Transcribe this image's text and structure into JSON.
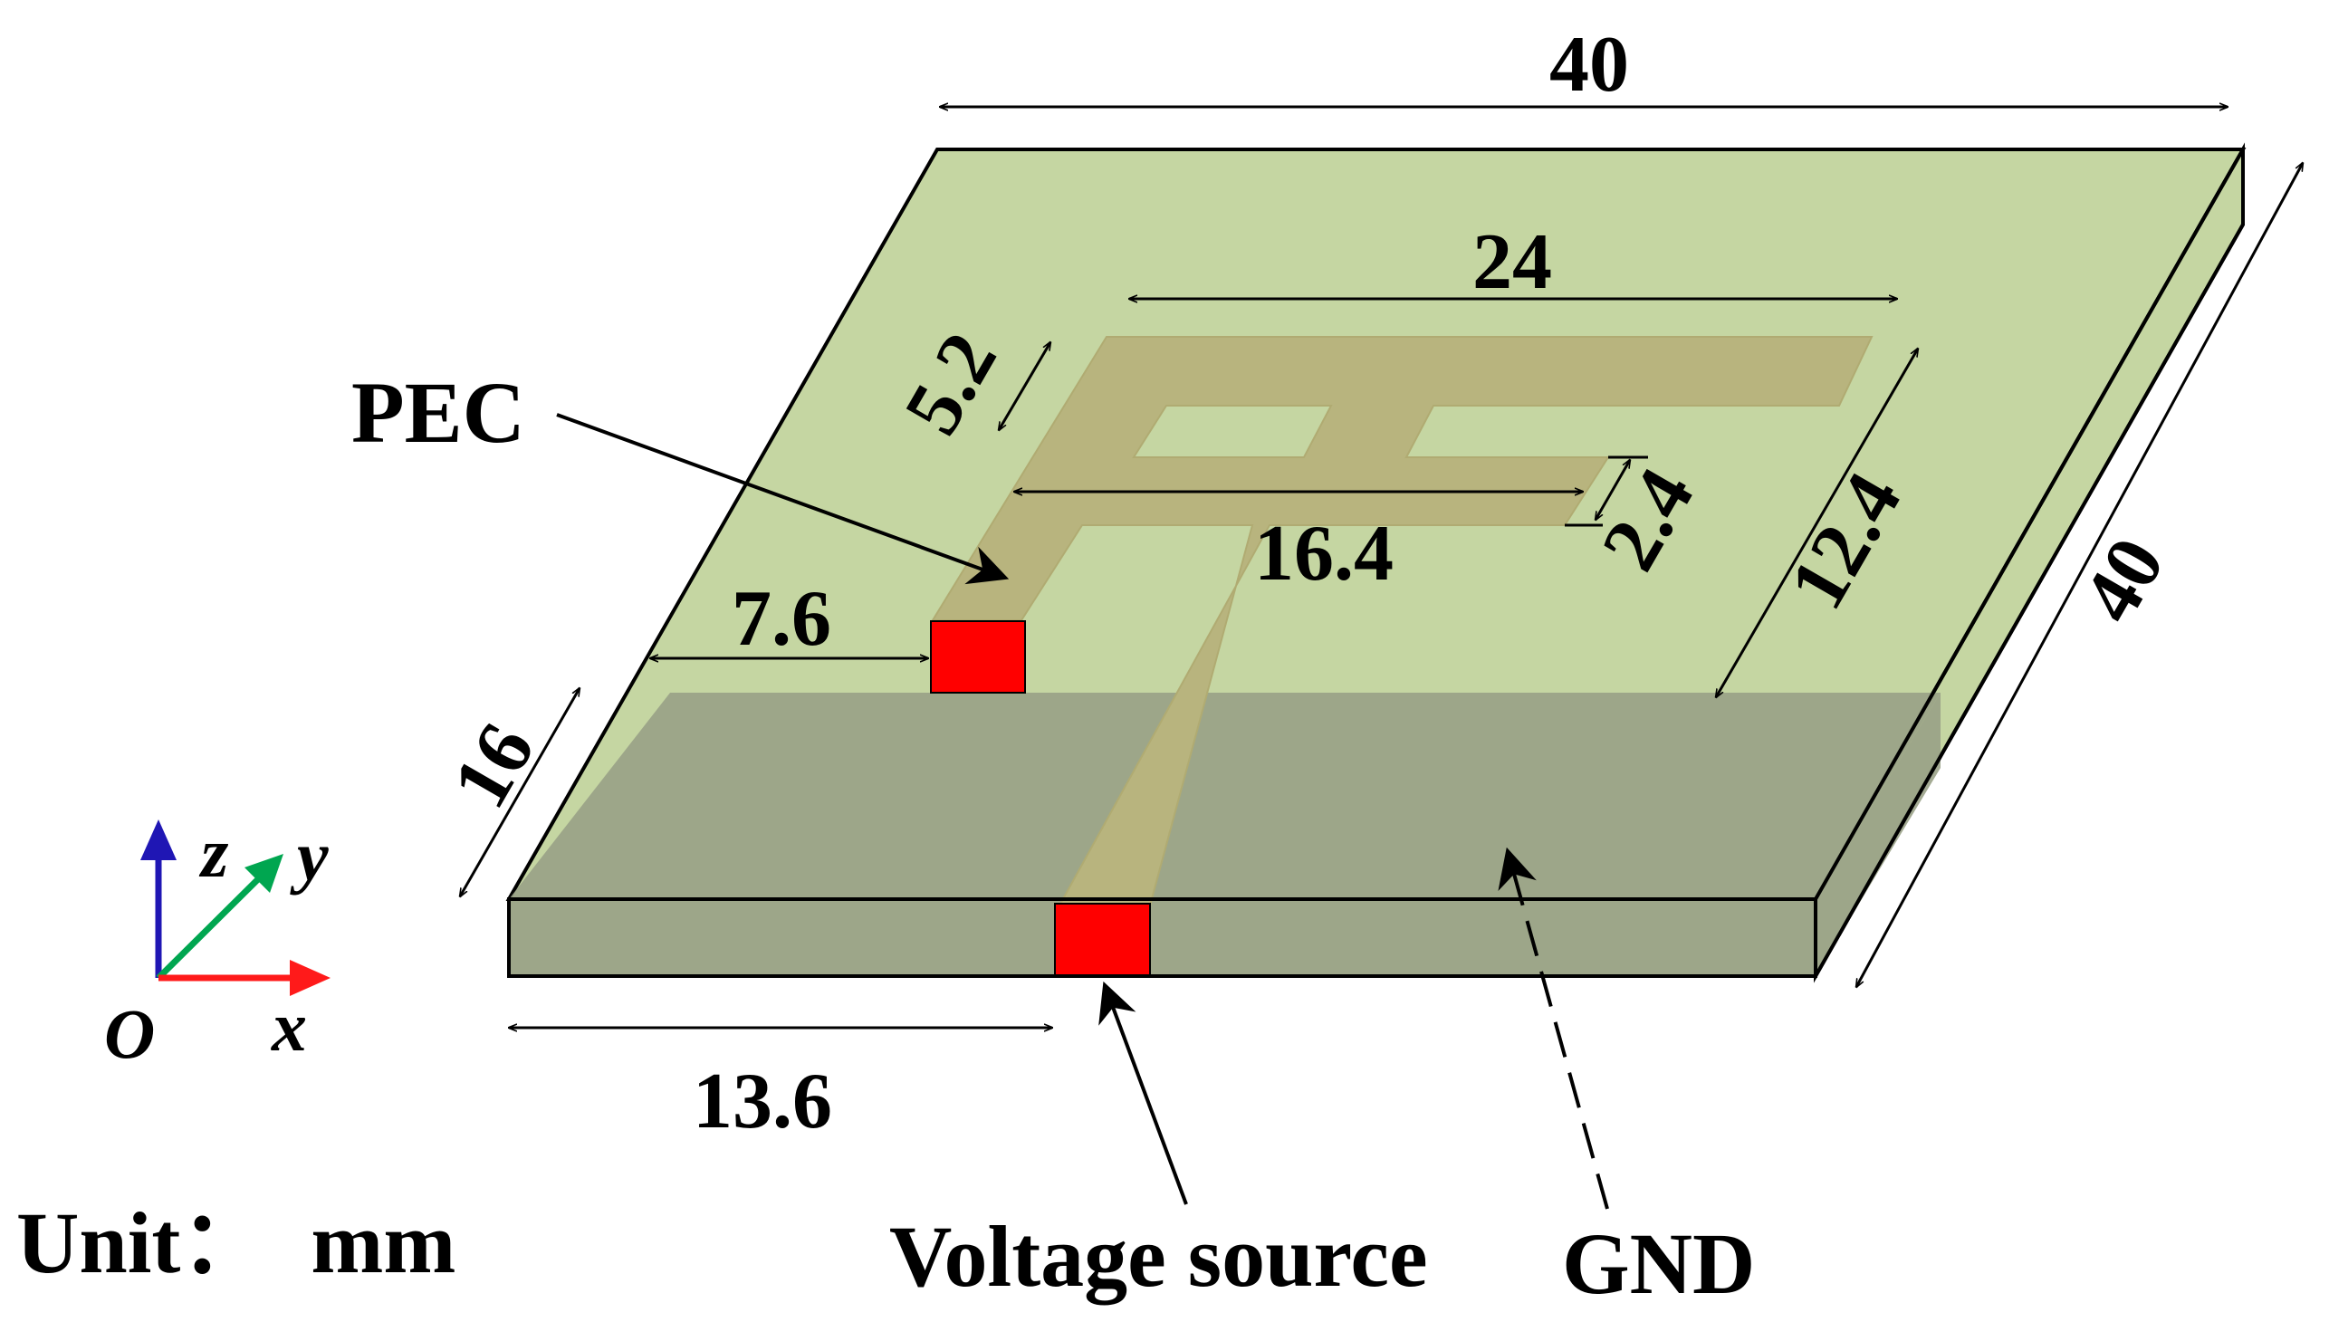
{
  "colors": {
    "substrate": "#c5d6a2",
    "ground": "#979f85",
    "patch": "#b8b47e",
    "port": "#ff0000",
    "axis_z": "#1f16b4",
    "axis_y": "#00a650",
    "axis_x": "#ff1a1a"
  },
  "dimensions": {
    "width_top": "40",
    "depth_right": "40",
    "patch_width": "24",
    "arm_width": "5.2",
    "inner_length": "16.4",
    "slot_width": "2.4",
    "stub_length": "12.4",
    "ground_length": "16",
    "port_offset": "7.6",
    "feed_offset": "13.6"
  },
  "labels": {
    "pec": "PEC",
    "voltage_source": "Voltage source",
    "gnd": "GND",
    "unit": "Unit：  mm"
  },
  "axes": {
    "z": "z",
    "y": "y",
    "x": "x",
    "origin": "O"
  }
}
